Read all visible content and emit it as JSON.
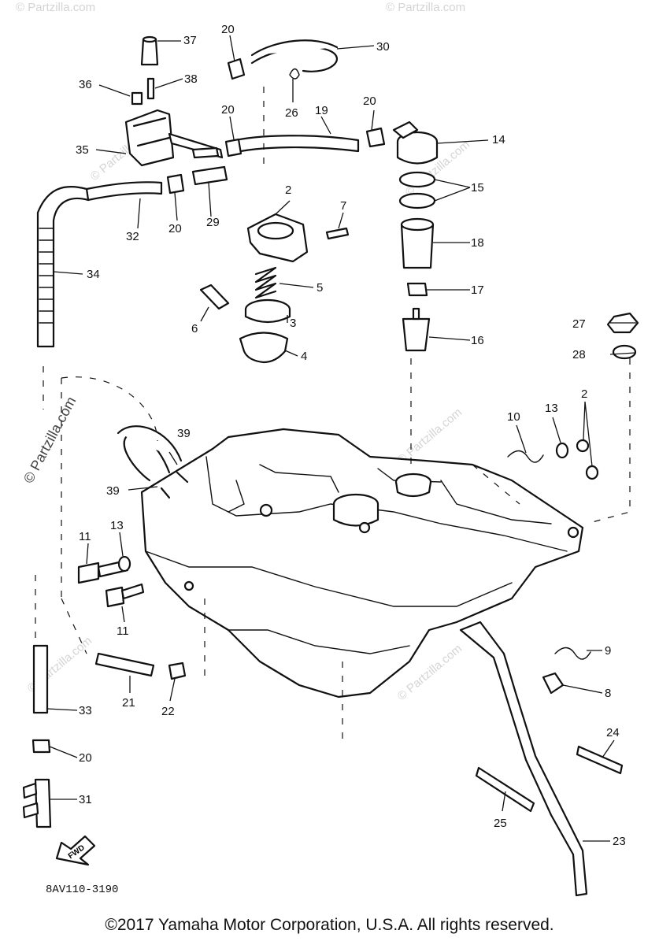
{
  "diagram": {
    "drawing_code": "8AV110-3190",
    "copyright": "©2017 Yamaha Motor Corporation, U.S.A. All rights reserved.",
    "watermark": "© Partzilla.com",
    "fwd_label": "FWD",
    "callouts": [
      {
        "id": "2",
        "label": "2"
      },
      {
        "id": "2b",
        "label": "2"
      },
      {
        "id": "3",
        "label": "3"
      },
      {
        "id": "4",
        "label": "4"
      },
      {
        "id": "5",
        "label": "5"
      },
      {
        "id": "6",
        "label": "6"
      },
      {
        "id": "7",
        "label": "7"
      },
      {
        "id": "8",
        "label": "8"
      },
      {
        "id": "9",
        "label": "9"
      },
      {
        "id": "10",
        "label": "10"
      },
      {
        "id": "11a",
        "label": "11"
      },
      {
        "id": "11b",
        "label": "11"
      },
      {
        "id": "13a",
        "label": "13"
      },
      {
        "id": "13b",
        "label": "13"
      },
      {
        "id": "14",
        "label": "14"
      },
      {
        "id": "15",
        "label": "15"
      },
      {
        "id": "16",
        "label": "16"
      },
      {
        "id": "17",
        "label": "17"
      },
      {
        "id": "18",
        "label": "18"
      },
      {
        "id": "19",
        "label": "19"
      },
      {
        "id": "20a",
        "label": "20"
      },
      {
        "id": "20b",
        "label": "20"
      },
      {
        "id": "20c",
        "label": "20"
      },
      {
        "id": "20d",
        "label": "20"
      },
      {
        "id": "20e",
        "label": "20"
      },
      {
        "id": "21",
        "label": "21"
      },
      {
        "id": "22",
        "label": "22"
      },
      {
        "id": "23",
        "label": "23"
      },
      {
        "id": "24",
        "label": "24"
      },
      {
        "id": "25",
        "label": "25"
      },
      {
        "id": "26",
        "label": "26"
      },
      {
        "id": "27",
        "label": "27"
      },
      {
        "id": "28",
        "label": "28"
      },
      {
        "id": "29",
        "label": "29"
      },
      {
        "id": "30",
        "label": "30"
      },
      {
        "id": "31",
        "label": "31"
      },
      {
        "id": "32",
        "label": "32"
      },
      {
        "id": "33",
        "label": "33"
      },
      {
        "id": "34",
        "label": "34"
      },
      {
        "id": "35",
        "label": "35"
      },
      {
        "id": "36",
        "label": "36"
      },
      {
        "id": "37",
        "label": "37"
      },
      {
        "id": "38",
        "label": "38"
      },
      {
        "id": "39a",
        "label": "39"
      },
      {
        "id": "39b",
        "label": "39"
      }
    ]
  }
}
